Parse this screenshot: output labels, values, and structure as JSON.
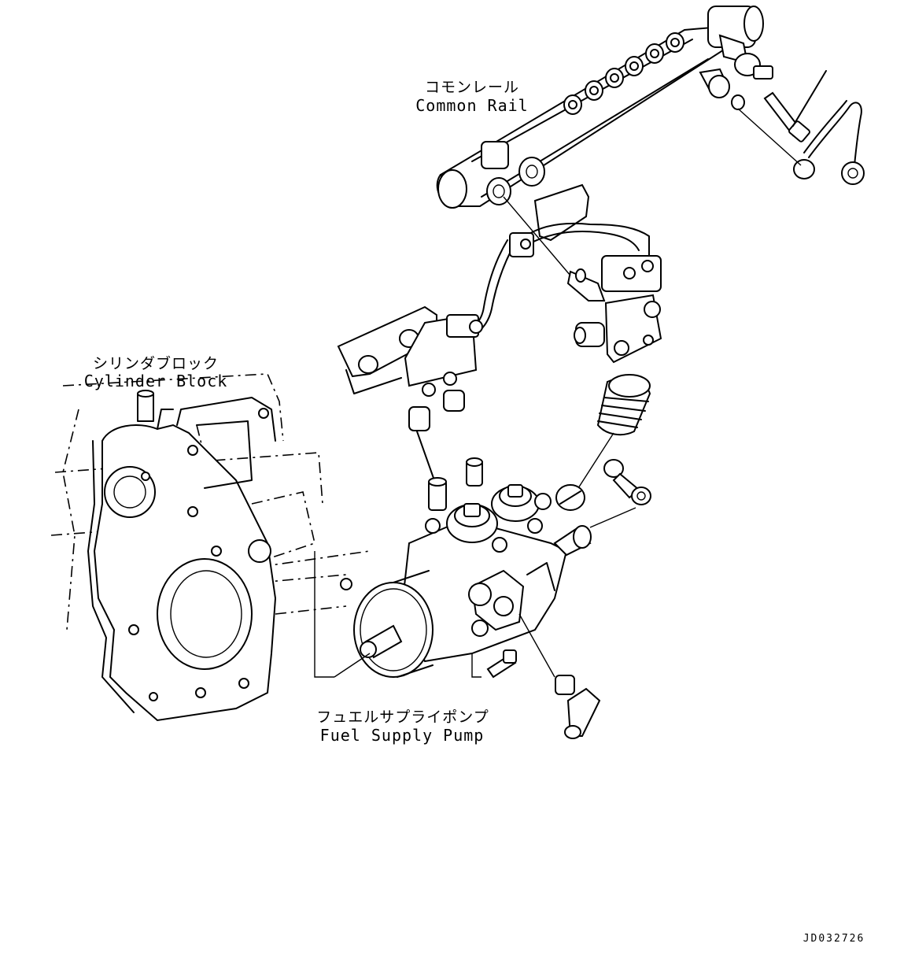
{
  "labels": {
    "common_rail_jp": "コモンレール",
    "common_rail_en": "Common Rail",
    "cylinder_block_jp": "シリンダブロック",
    "cylinder_block_en": "Cylinder Block",
    "fuel_pump_jp": "フュエルサプライポンプ",
    "fuel_pump_en": "Fuel Supply Pump"
  },
  "figure_code": "JD032726"
}
